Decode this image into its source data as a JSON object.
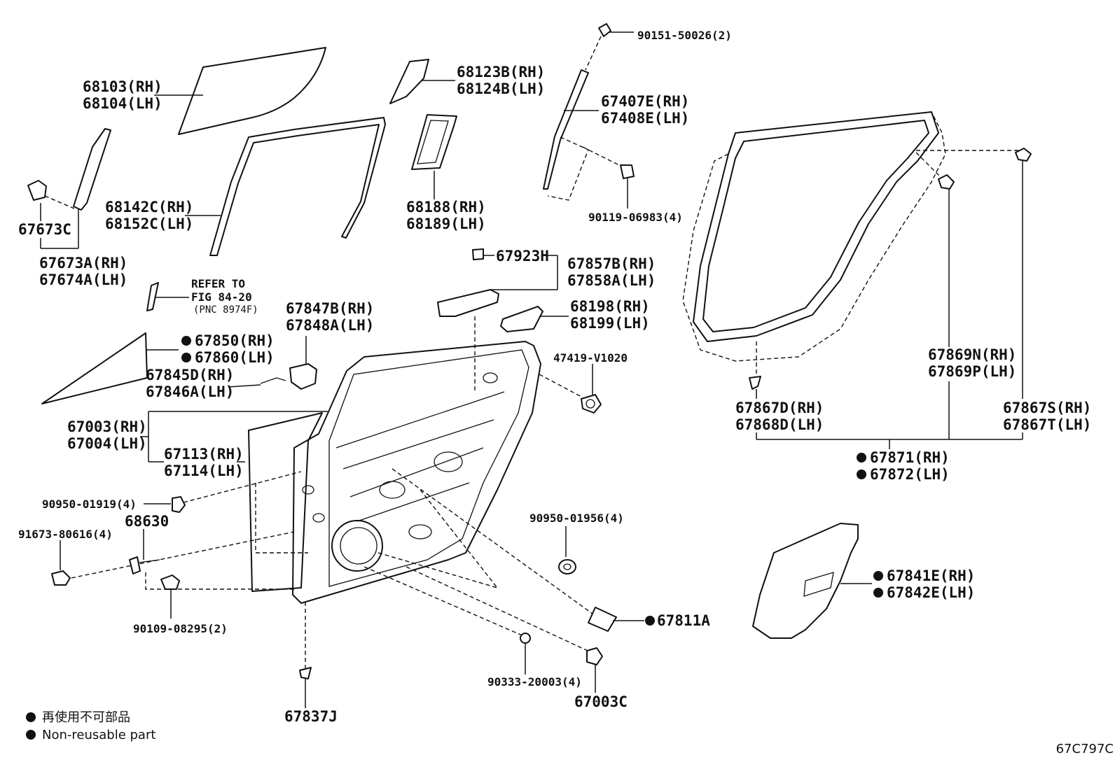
{
  "labels": {
    "l68103": "68103(RH)",
    "l68104": "68104(LH)",
    "l68123b": "68123B(RH)",
    "l68124b": "68124B(LH)",
    "l90151": "90151-50026(2)",
    "l67407e": "67407E(RH)",
    "l67408e": "67408E(LH)",
    "l90119": "90119-06983(4)",
    "l67673c_top": "67673C",
    "l67673a": "67673A(RH)",
    "l67674a": "67674A(LH)",
    "l68142c": "68142C(RH)",
    "l68152c": "68152C(LH)",
    "l68188": "68188(RH)",
    "l68189": "68189(LH)",
    "l67923h": "67923H",
    "l67857b": "67857B(RH)",
    "l67858a": "67858A(LH)",
    "refer1": "REFER TO",
    "refer2": "FIG 84-20",
    "refer3": "(PNC 8974F)",
    "l67847b": "67847B(RH)",
    "l67848a": "67848A(LH)",
    "l68198": "68198(RH)",
    "l68199": "68199(LH)",
    "l67850": "67850(RH)",
    "l67860": "67860(LH)",
    "l67845d": "67845D(RH)",
    "l67846a": "67846A(LH)",
    "l47419": "47419-V1020",
    "l67003": "67003(RH)",
    "l67004": "67004(LH)",
    "l67113": "67113(RH)",
    "l67114": "67114(LH)",
    "l90950a": "90950-01919(4)",
    "l68630": "68630",
    "l91673": "91673-80616(4)",
    "l90950b": "90950-01956(4)",
    "l90109": "90109-08295(2)",
    "l67811a": "67811A",
    "l90333": "90333-20003(4)",
    "l67003c": "67003C",
    "l67837j": "67837J",
    "l67869n": "67869N(RH)",
    "l67869p": "67869P(LH)",
    "l67867d": "67867D(RH)",
    "l67868d": "67868D(LH)",
    "l67867s": "67867S(RH)",
    "l67867t": "67867T(LH)",
    "l67871": "67871(RH)",
    "l67872": "67872(LH)",
    "l67841e": "67841E(RH)",
    "l67842e": "67842E(LH)"
  },
  "legend": {
    "line1": "再使用不可部品",
    "line2": "Non-reusable part"
  },
  "figure_code": "67C797C",
  "icons": {
    "non_reusable_marker": "filled-circle"
  }
}
